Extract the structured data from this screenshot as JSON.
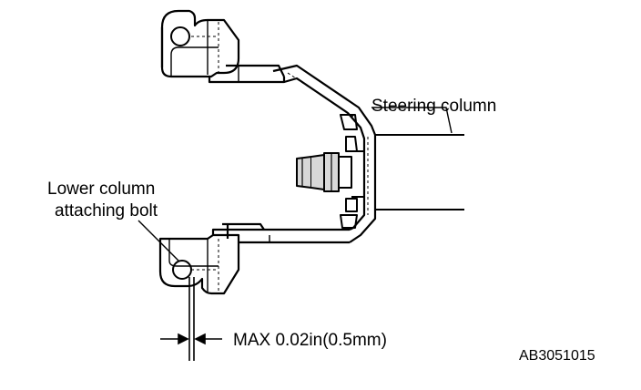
{
  "labels": {
    "steering_column": "Steering column",
    "lower_bolt_line1": "Lower column",
    "lower_bolt_line2": "attaching bolt",
    "max_clearance": "MAX 0.02in(0.5mm)",
    "figure_code": "AB3051015"
  },
  "colors": {
    "ink": "#000000",
    "paper": "#ffffff",
    "shade": "#d8d8d8"
  }
}
